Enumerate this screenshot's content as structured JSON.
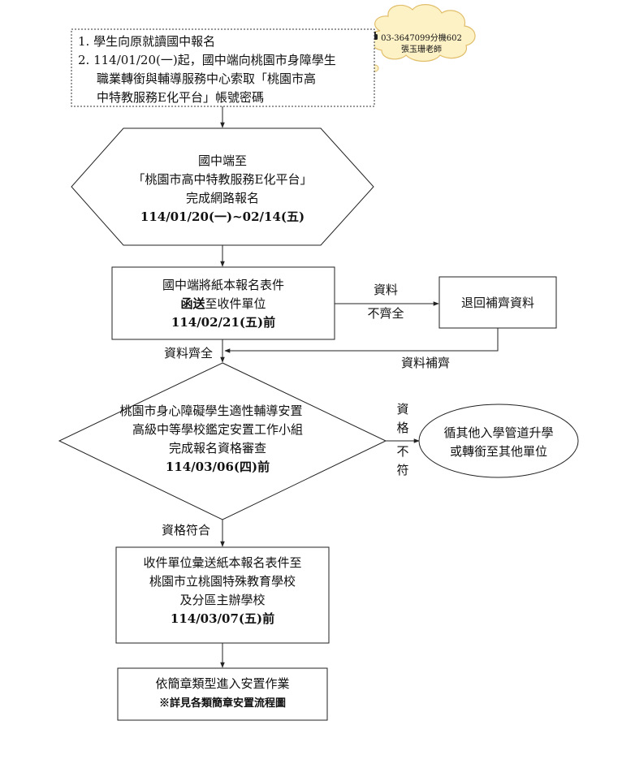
{
  "contact": {
    "phone_icon": "phone-icon",
    "phone": "03-3647099分機602",
    "person": "張玉珊老師"
  },
  "steps": {
    "intro": {
      "line1": "1.  學生向原就讀國中報名",
      "line2": "2.  114/01/20(一)起，國中端向桃園市身障學生",
      "line3": "職業轉銜與輔導服務中心索取「桃園市高",
      "line4": "中特教服務E化平台」帳號密碼"
    },
    "online_registration": {
      "line1": "國中端至",
      "line2": "「桃園市高中特教服務E化平台」",
      "line3": "完成網路報名",
      "date": "114/01/20(一)~02/14(五)"
    },
    "paper_submission": {
      "line1": "國中端將紙本報名表件",
      "line2_bold": "函送",
      "line2_rest": "至收件單位",
      "date": "114/02/21(五)前"
    },
    "return_docs": {
      "label": "退回補齊資料"
    },
    "review": {
      "line1": "桃園市身心障礙學生適性輔導安置",
      "line2": "高級中等學校鑑定安置工作小組",
      "line3": "完成報名資格審查",
      "date": "114/03/06(四)前"
    },
    "other_route": {
      "line1": "循其他入學管道升學",
      "line2": "或轉銜至其他單位"
    },
    "forward": {
      "line1": "收件單位彙送紙本報名表件至",
      "line2": "桃園市立桃園特殊教育學校",
      "line3": "及分區主辦學校",
      "date": "114/03/07(五)前"
    },
    "placement": {
      "line1": "依簡章類型進入安置作業",
      "line2": "※詳見各類簡章安置流程圖"
    }
  },
  "labels": {
    "incomplete_1": "資料",
    "incomplete_2": "不齊全",
    "complete": "資料齊全",
    "supplement": "資料補齊",
    "not_qualified_1": "資",
    "not_qualified_2": "格",
    "not_qualified_3": "不",
    "not_qualified_4": "符",
    "qualified": "資格符合"
  }
}
